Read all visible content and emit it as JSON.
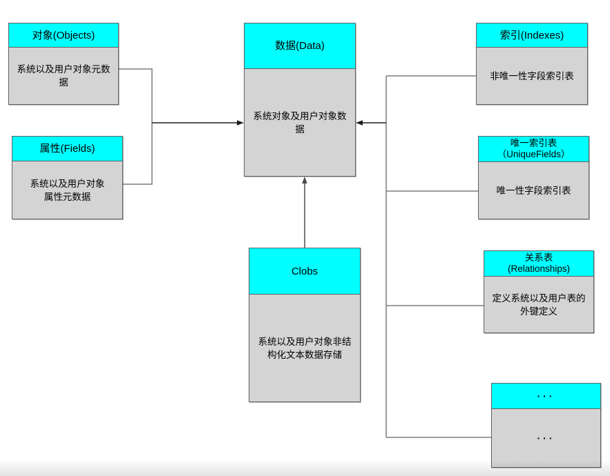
{
  "diagram": {
    "boxes": {
      "objects": {
        "title": "对象(Objects)",
        "body": "系统以及用户对象元数\n据"
      },
      "fields": {
        "title": "属性(Fields)",
        "body": "系统以及用户对象\n属性元数据"
      },
      "data": {
        "title": "数据(Data)",
        "body": "系统对象及用户对象数\n据"
      },
      "clobs": {
        "title": "Clobs",
        "body": "系统以及用户对象非结\n构化文本数据存储"
      },
      "indexes": {
        "title": "索引(Indexes)",
        "body": "非唯一性字段索引表"
      },
      "unique_fields": {
        "title": "唯一索引表\n（UniqueFields）",
        "body": "唯一性字段索引表"
      },
      "relationships": {
        "title": "关系表\n(Relationships)",
        "body": "定义系统以及用户表的\n外键定义"
      },
      "more": {
        "title": "···",
        "body": "···"
      }
    },
    "colors": {
      "header_bg": "#00ffff",
      "body_bg": "#d4d4d4",
      "border": "#5f5f5f",
      "connector": "#7d7d7d",
      "arrow": "#1c1c1c"
    }
  }
}
